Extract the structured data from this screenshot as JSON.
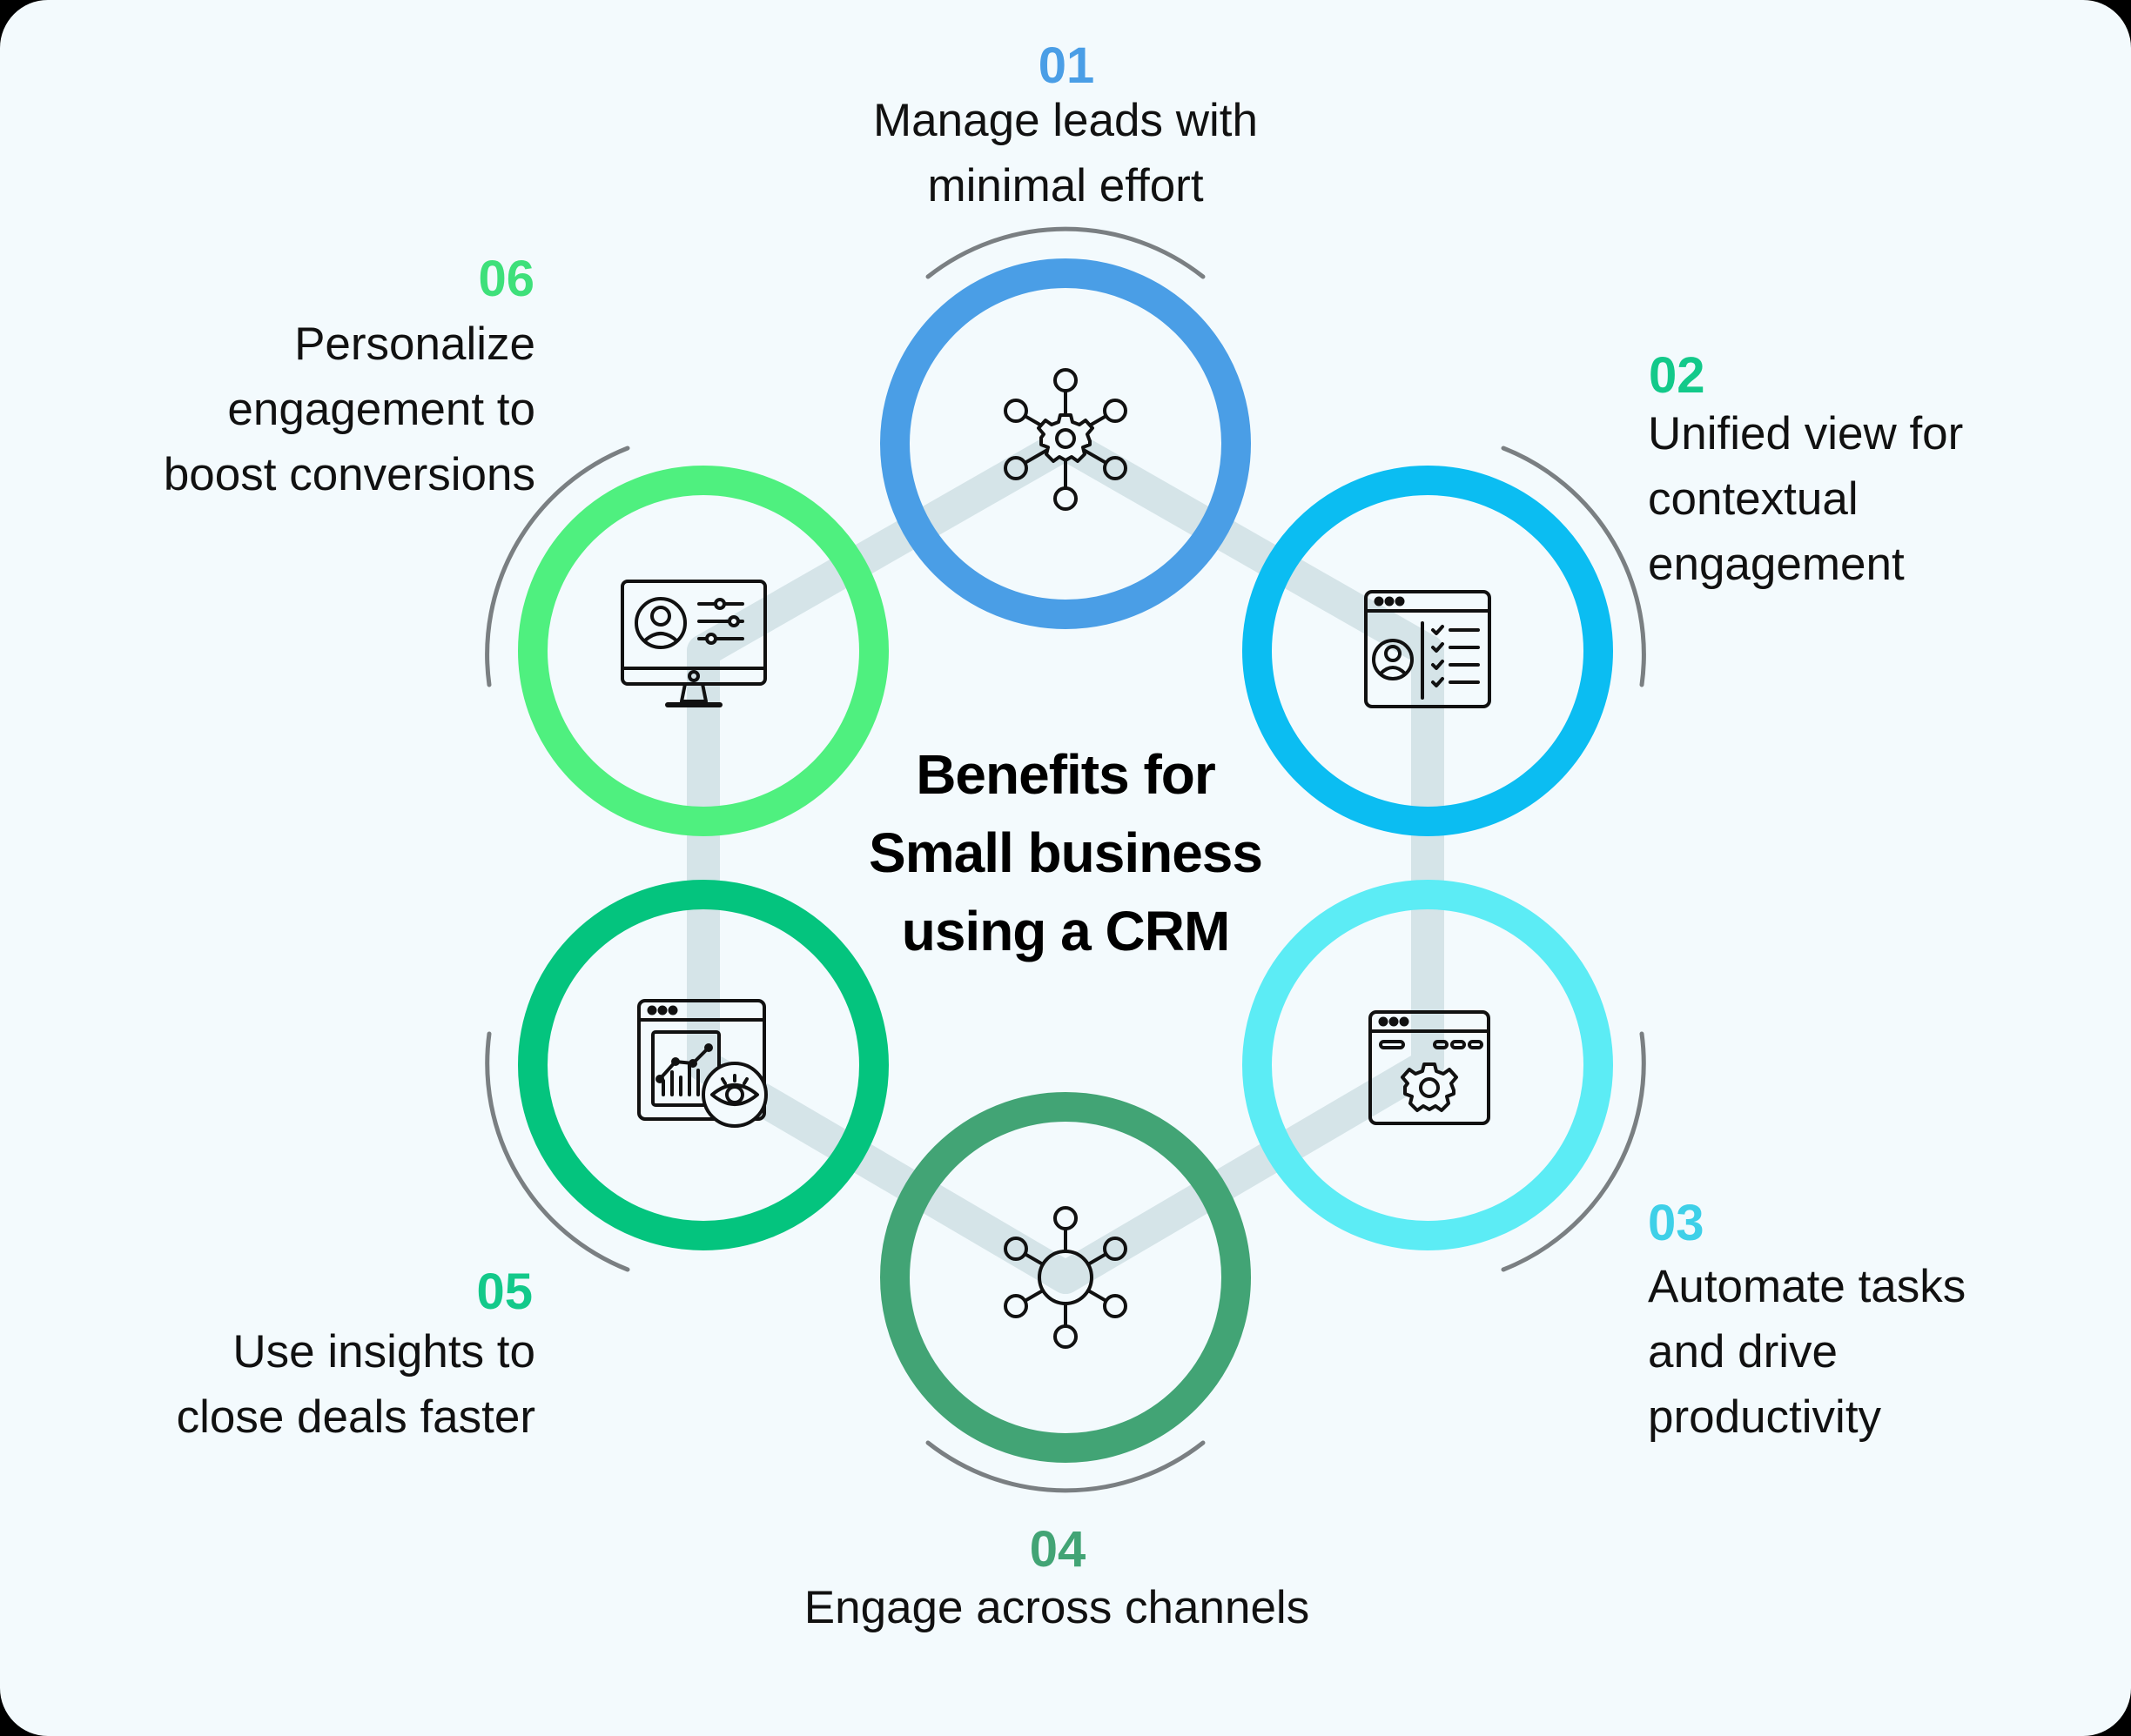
{
  "title_lines": [
    "Benefits for",
    "Small business",
    "using a CRM"
  ],
  "items": [
    {
      "number": "01",
      "lines": [
        "Manage leads with",
        "minimal effort"
      ],
      "color": "#4a9ee6",
      "icon": "network-gear-icon"
    },
    {
      "number": "02",
      "lines": [
        "Unified view for",
        "contextual",
        "engagement"
      ],
      "color": "#0bbdf2",
      "icon": "contact-profile-window-icon"
    },
    {
      "number": "03",
      "lines": [
        "Automate tasks",
        "and drive",
        "productivity"
      ],
      "color": "#5cecf5",
      "icon": "browser-settings-icon"
    },
    {
      "number": "04",
      "lines": [
        "Engage across channels"
      ],
      "color": "#42a475",
      "icon": "network-hub-icon"
    },
    {
      "number": "05",
      "lines": [
        "Use insights to",
        "close deals faster"
      ],
      "color": "#04c47e",
      "icon": "analytics-insight-icon"
    },
    {
      "number": "06",
      "lines": [
        "Personalize",
        "engagement to",
        "boost conversions"
      ],
      "color": "#4ff07f",
      "icon": "monitor-user-settings-icon"
    }
  ],
  "colors": {
    "background": "#f3fafd",
    "connector": "#d5e4e8",
    "arc": "#7a7f82",
    "number_01": "#4a9ee6",
    "number_02": "#13c98a",
    "number_03": "#3ed0e8",
    "number_04": "#42a475",
    "number_05": "#13c98a",
    "number_06": "#3ee07a"
  }
}
